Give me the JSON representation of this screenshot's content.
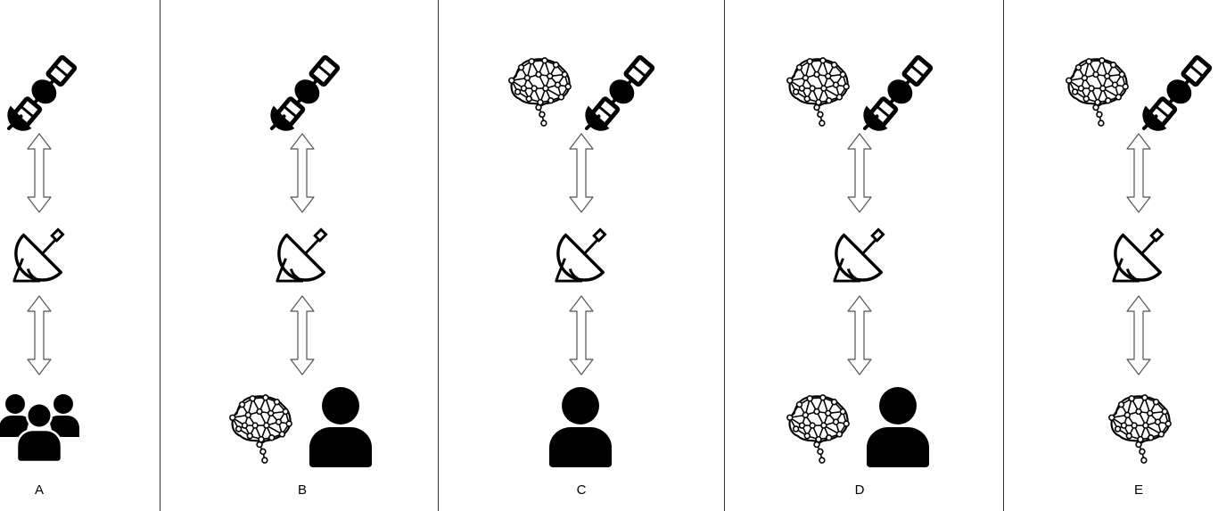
{
  "panels": [
    {
      "label": "A",
      "top": [
        "satellite-icon"
      ],
      "middle": [
        "satellite-dish-icon"
      ],
      "bottom": [
        "user-group-icon"
      ]
    },
    {
      "label": "B",
      "top": [
        "satellite-icon"
      ],
      "middle": [
        "satellite-dish-icon"
      ],
      "bottom": [
        "neural-network-brain-icon",
        "user-icon"
      ]
    },
    {
      "label": "C",
      "top": [
        "neural-network-brain-icon",
        "satellite-icon"
      ],
      "middle": [
        "satellite-dish-icon"
      ],
      "bottom": [
        "user-icon"
      ]
    },
    {
      "label": "D",
      "top": [
        "neural-network-brain-icon",
        "satellite-icon"
      ],
      "middle": [
        "satellite-dish-icon"
      ],
      "bottom": [
        "neural-network-brain-icon",
        "user-icon"
      ]
    },
    {
      "label": "E",
      "top": [
        "neural-network-brain-icon",
        "satellite-icon"
      ],
      "middle": [
        "satellite-dish-icon"
      ],
      "bottom": [
        "neural-network-brain-icon"
      ]
    }
  ],
  "connectors": [
    "double-arrow-icon"
  ],
  "colors": {
    "icon": "#000000",
    "arrow_fill": "#ffffff",
    "arrow_stroke": "#555555",
    "divider": "#333333"
  }
}
